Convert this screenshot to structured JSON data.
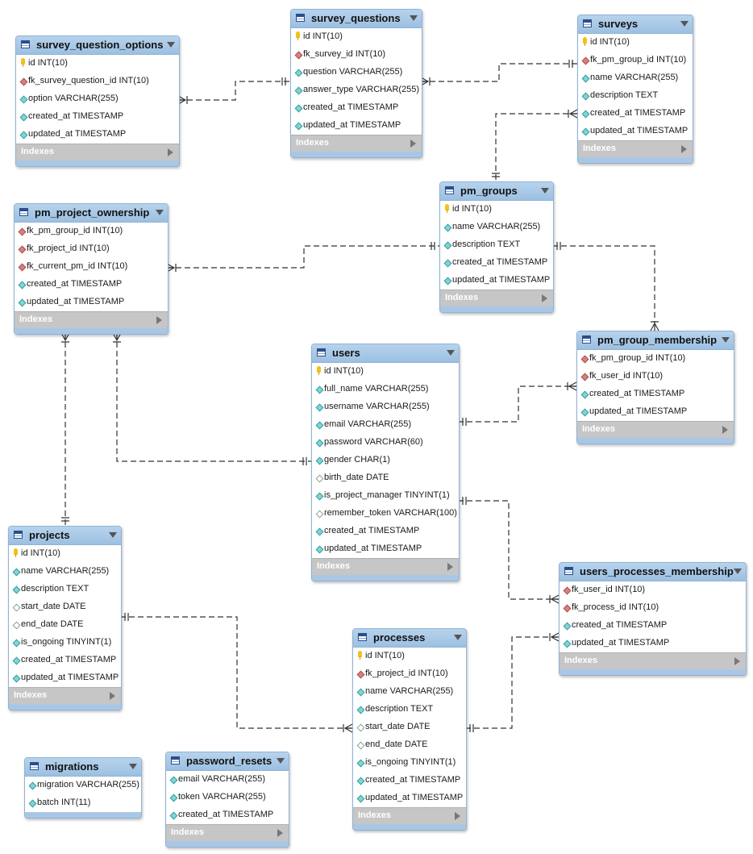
{
  "tables": {
    "survey_question_options": {
      "name": "survey_question_options",
      "columns": [
        {
          "text": "id INT(10)",
          "icon": "primary-key-icon"
        },
        {
          "text": "fk_survey_question_id INT(10)",
          "icon": "foreign-key-icon"
        },
        {
          "text": "option VARCHAR(255)",
          "icon": "not-null-column-icon"
        },
        {
          "text": "created_at TIMESTAMP",
          "icon": "not-null-column-icon"
        },
        {
          "text": "updated_at TIMESTAMP",
          "icon": "not-null-column-icon"
        }
      ],
      "indexes_label": "Indexes"
    },
    "survey_questions": {
      "name": "survey_questions",
      "columns": [
        {
          "text": "id INT(10)",
          "icon": "primary-key-icon"
        },
        {
          "text": "fk_survey_id INT(10)",
          "icon": "foreign-key-icon"
        },
        {
          "text": "question VARCHAR(255)",
          "icon": "not-null-column-icon"
        },
        {
          "text": "answer_type VARCHAR(255)",
          "icon": "not-null-column-icon"
        },
        {
          "text": "created_at TIMESTAMP",
          "icon": "not-null-column-icon"
        },
        {
          "text": "updated_at TIMESTAMP",
          "icon": "not-null-column-icon"
        }
      ],
      "indexes_label": "Indexes"
    },
    "surveys": {
      "name": "surveys",
      "columns": [
        {
          "text": "id INT(10)",
          "icon": "primary-key-icon"
        },
        {
          "text": "fk_pm_group_id INT(10)",
          "icon": "foreign-key-icon"
        },
        {
          "text": "name VARCHAR(255)",
          "icon": "not-null-column-icon"
        },
        {
          "text": "description TEXT",
          "icon": "not-null-column-icon"
        },
        {
          "text": "created_at TIMESTAMP",
          "icon": "not-null-column-icon"
        },
        {
          "text": "updated_at TIMESTAMP",
          "icon": "not-null-column-icon"
        }
      ],
      "indexes_label": "Indexes"
    },
    "pm_groups": {
      "name": "pm_groups",
      "columns": [
        {
          "text": "id INT(10)",
          "icon": "primary-key-icon"
        },
        {
          "text": "name VARCHAR(255)",
          "icon": "not-null-column-icon"
        },
        {
          "text": "description TEXT",
          "icon": "not-null-column-icon"
        },
        {
          "text": "created_at TIMESTAMP",
          "icon": "not-null-column-icon"
        },
        {
          "text": "updated_at TIMESTAMP",
          "icon": "not-null-column-icon"
        }
      ],
      "indexes_label": "Indexes"
    },
    "pm_project_ownership": {
      "name": "pm_project_ownership",
      "columns": [
        {
          "text": "fk_pm_group_id INT(10)",
          "icon": "foreign-key-icon"
        },
        {
          "text": "fk_project_id INT(10)",
          "icon": "foreign-key-icon"
        },
        {
          "text": "fk_current_pm_id INT(10)",
          "icon": "foreign-key-icon"
        },
        {
          "text": "created_at TIMESTAMP",
          "icon": "not-null-column-icon"
        },
        {
          "text": "updated_at TIMESTAMP",
          "icon": "not-null-column-icon"
        }
      ],
      "indexes_label": "Indexes"
    },
    "pm_group_membership": {
      "name": "pm_group_membership",
      "columns": [
        {
          "text": "fk_pm_group_id INT(10)",
          "icon": "foreign-key-icon"
        },
        {
          "text": "fk_user_id INT(10)",
          "icon": "foreign-key-icon"
        },
        {
          "text": "created_at TIMESTAMP",
          "icon": "not-null-column-icon"
        },
        {
          "text": "updated_at TIMESTAMP",
          "icon": "not-null-column-icon"
        }
      ],
      "indexes_label": "Indexes"
    },
    "users": {
      "name": "users",
      "columns": [
        {
          "text": "id INT(10)",
          "icon": "primary-key-icon"
        },
        {
          "text": "full_name VARCHAR(255)",
          "icon": "not-null-column-icon"
        },
        {
          "text": "username VARCHAR(255)",
          "icon": "not-null-column-icon"
        },
        {
          "text": "email VARCHAR(255)",
          "icon": "not-null-column-icon"
        },
        {
          "text": "password VARCHAR(60)",
          "icon": "not-null-column-icon"
        },
        {
          "text": "gender CHAR(1)",
          "icon": "not-null-column-icon"
        },
        {
          "text": "birth_date DATE",
          "icon": "nullable-column-icon"
        },
        {
          "text": "is_project_manager TINYINT(1)",
          "icon": "not-null-column-icon"
        },
        {
          "text": "remember_token VARCHAR(100)",
          "icon": "nullable-column-icon"
        },
        {
          "text": "created_at TIMESTAMP",
          "icon": "not-null-column-icon"
        },
        {
          "text": "updated_at TIMESTAMP",
          "icon": "not-null-column-icon"
        }
      ],
      "indexes_label": "Indexes"
    },
    "projects": {
      "name": "projects",
      "columns": [
        {
          "text": "id INT(10)",
          "icon": "primary-key-icon"
        },
        {
          "text": "name VARCHAR(255)",
          "icon": "not-null-column-icon"
        },
        {
          "text": "description TEXT",
          "icon": "not-null-column-icon"
        },
        {
          "text": "start_date DATE",
          "icon": "nullable-column-icon"
        },
        {
          "text": "end_date DATE",
          "icon": "nullable-column-icon"
        },
        {
          "text": "is_ongoing TINYINT(1)",
          "icon": "not-null-column-icon"
        },
        {
          "text": "created_at TIMESTAMP",
          "icon": "not-null-column-icon"
        },
        {
          "text": "updated_at TIMESTAMP",
          "icon": "not-null-column-icon"
        }
      ],
      "indexes_label": "Indexes"
    },
    "users_processes_membership": {
      "name": "users_processes_membership",
      "columns": [
        {
          "text": "fk_user_id INT(10)",
          "icon": "foreign-key-icon"
        },
        {
          "text": "fk_process_id INT(10)",
          "icon": "foreign-key-icon"
        },
        {
          "text": "created_at TIMESTAMP",
          "icon": "not-null-column-icon"
        },
        {
          "text": "updated_at TIMESTAMP",
          "icon": "not-null-column-icon"
        }
      ],
      "indexes_label": "Indexes"
    },
    "processes": {
      "name": "processes",
      "columns": [
        {
          "text": "id INT(10)",
          "icon": "primary-key-icon"
        },
        {
          "text": "fk_project_id INT(10)",
          "icon": "foreign-key-icon"
        },
        {
          "text": "name VARCHAR(255)",
          "icon": "not-null-column-icon"
        },
        {
          "text": "description TEXT",
          "icon": "not-null-column-icon"
        },
        {
          "text": "start_date DATE",
          "icon": "nullable-column-icon"
        },
        {
          "text": "end_date DATE",
          "icon": "nullable-column-icon"
        },
        {
          "text": "is_ongoing TINYINT(1)",
          "icon": "not-null-column-icon"
        },
        {
          "text": "created_at TIMESTAMP",
          "icon": "not-null-column-icon"
        },
        {
          "text": "updated_at TIMESTAMP",
          "icon": "not-null-column-icon"
        }
      ],
      "indexes_label": "Indexes"
    },
    "migrations": {
      "name": "migrations",
      "columns": [
        {
          "text": "migration VARCHAR(255)",
          "icon": "not-null-column-icon"
        },
        {
          "text": "batch INT(11)",
          "icon": "not-null-column-icon"
        }
      ],
      "indexes_label": ""
    },
    "password_resets": {
      "name": "password_resets",
      "columns": [
        {
          "text": "email VARCHAR(255)",
          "icon": "not-null-column-icon"
        },
        {
          "text": "token VARCHAR(255)",
          "icon": "not-null-column-icon"
        },
        {
          "text": "created_at TIMESTAMP",
          "icon": "not-null-column-icon"
        }
      ],
      "indexes_label": "Indexes"
    }
  },
  "relationships": [
    {
      "from": "survey_question_options",
      "to": "survey_questions",
      "type": "many-to-one"
    },
    {
      "from": "survey_questions",
      "to": "surveys",
      "type": "many-to-one"
    },
    {
      "from": "surveys",
      "to": "pm_groups",
      "type": "many-to-one"
    },
    {
      "from": "pm_project_ownership",
      "to": "pm_groups",
      "type": "many-to-one"
    },
    {
      "from": "pm_group_membership",
      "to": "pm_groups",
      "type": "many-to-one"
    },
    {
      "from": "pm_group_membership",
      "to": "users",
      "type": "many-to-one"
    },
    {
      "from": "pm_project_ownership",
      "to": "users",
      "type": "many-to-one"
    },
    {
      "from": "pm_project_ownership",
      "to": "projects",
      "type": "many-to-one"
    },
    {
      "from": "users_processes_membership",
      "to": "users",
      "type": "many-to-one"
    },
    {
      "from": "users_processes_membership",
      "to": "processes",
      "type": "many-to-one"
    },
    {
      "from": "processes",
      "to": "projects",
      "type": "many-to-one"
    }
  ],
  "colors": {
    "header": "#9cc0e2",
    "border": "#8fb3d5",
    "indexes_bar": "#c6c6c6",
    "connector": "#333333"
  }
}
